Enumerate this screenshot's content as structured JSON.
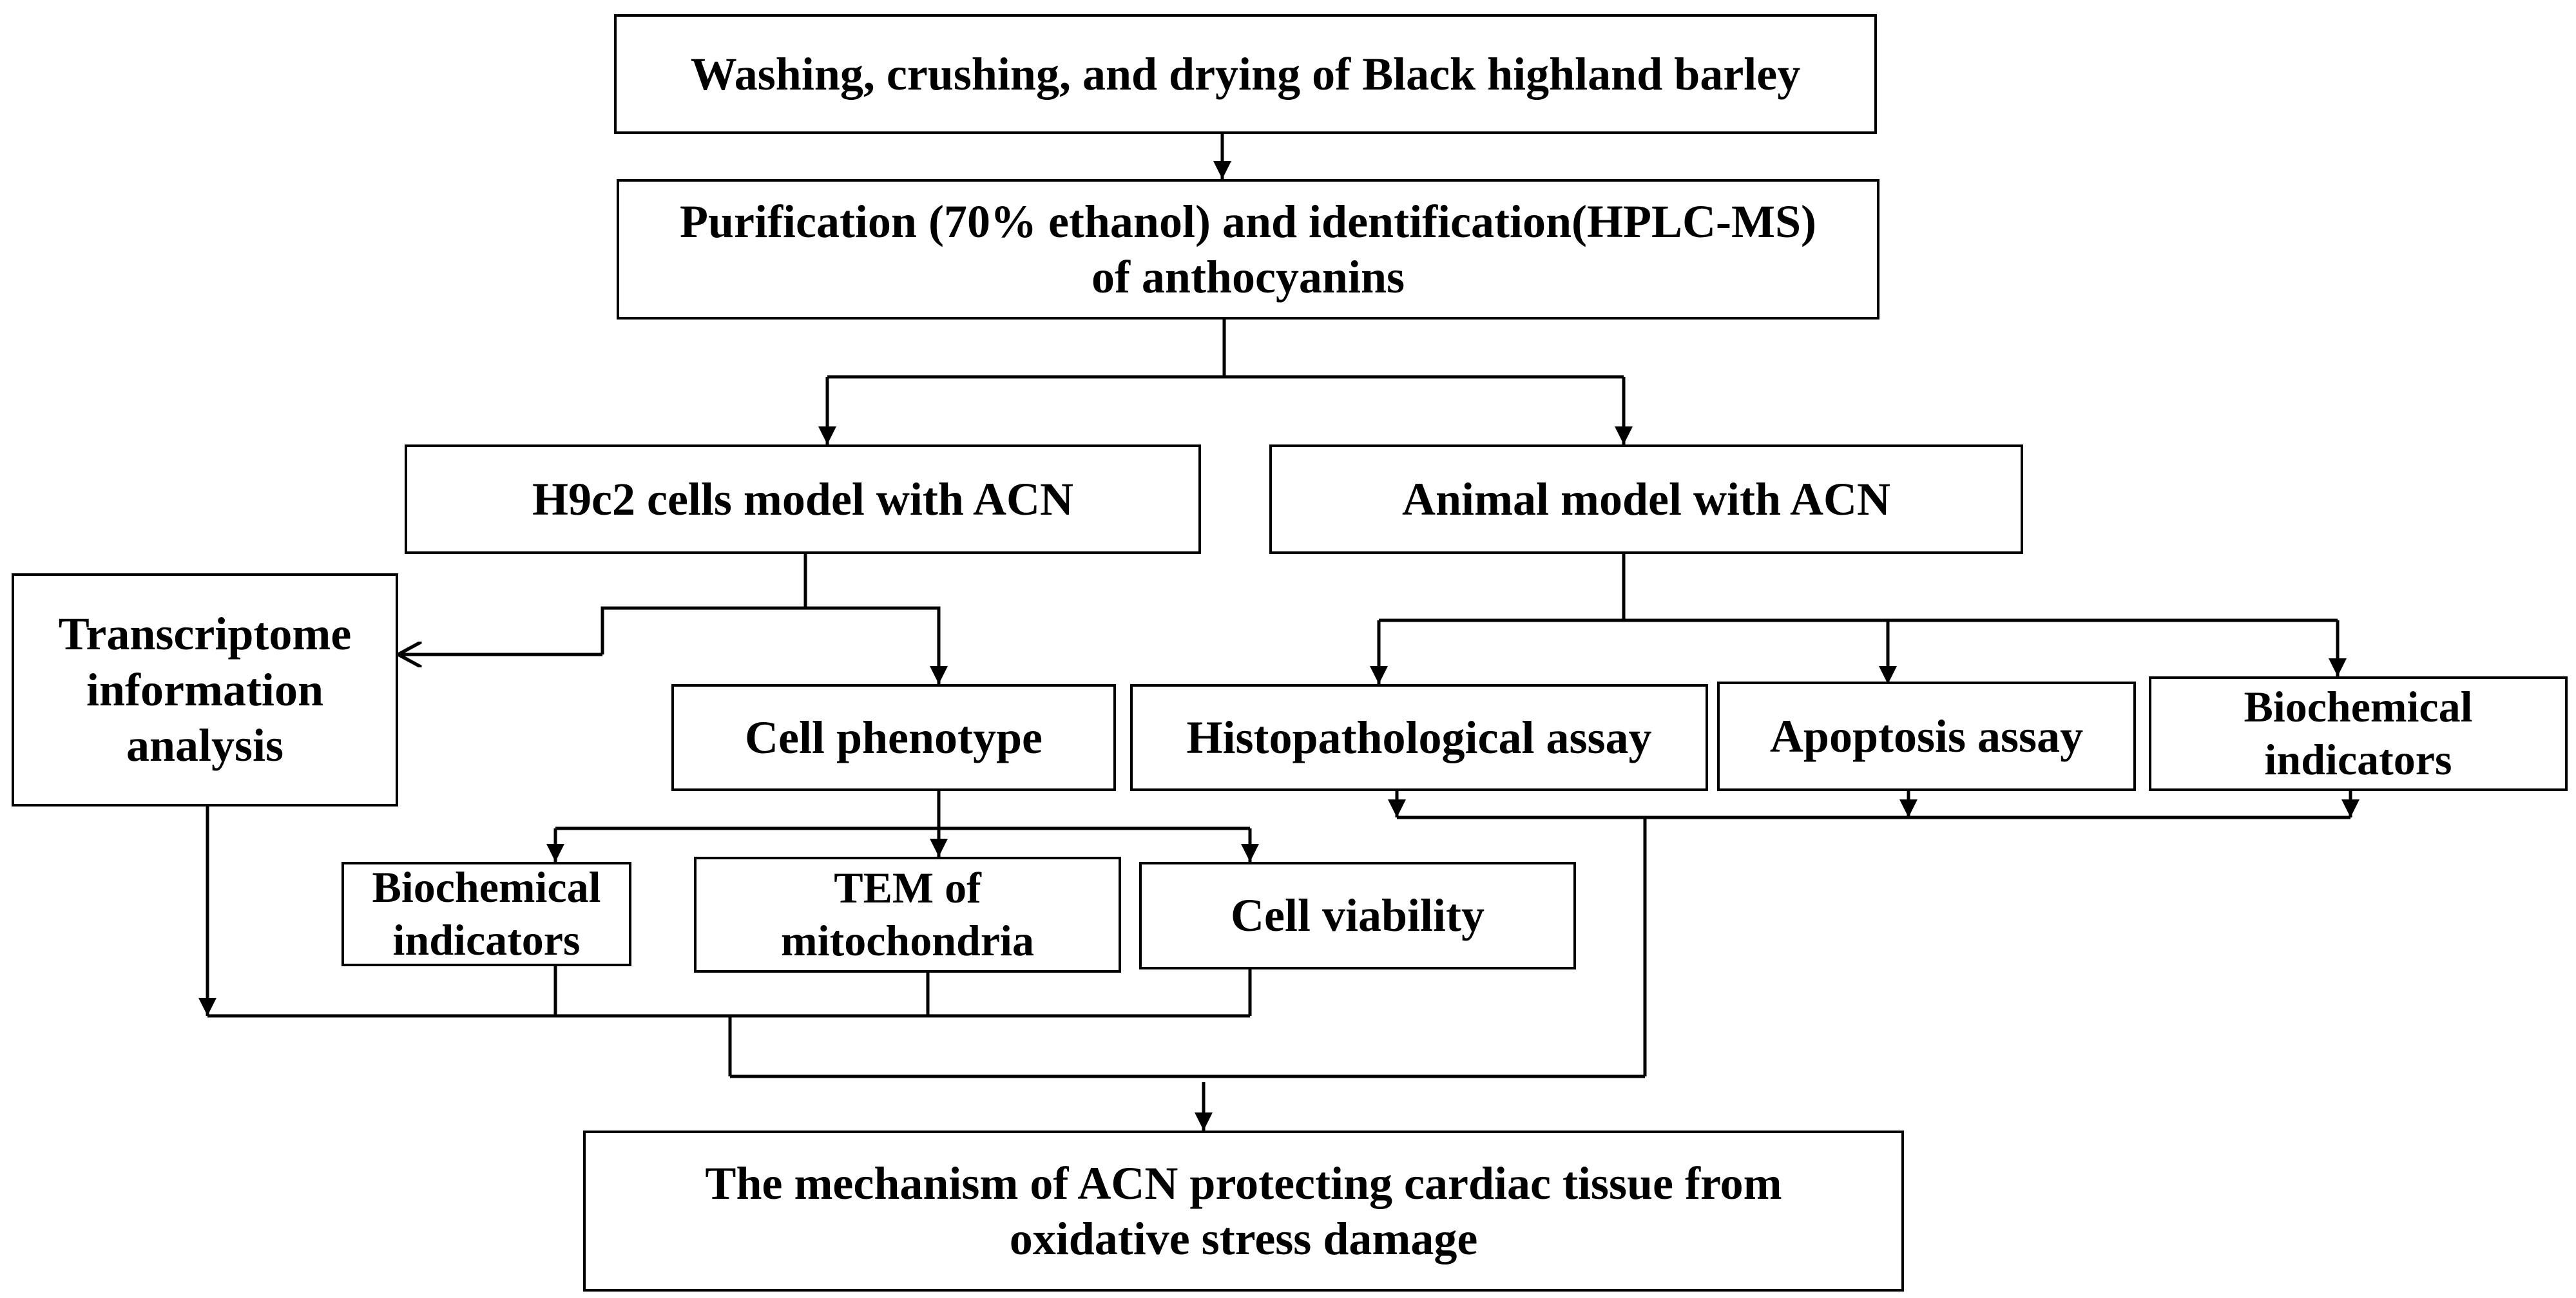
{
  "nodes": {
    "washing": "Washing, crushing, and drying of Black highland barley",
    "purification": "Purification (70% ethanol) and identification(HPLC-MS)\nof anthocyanins",
    "h9c2": "H9c2 cells  model with ACN",
    "animal": "Animal model with ACN",
    "transcriptome": "Transcriptome\ninformation\nanalysis",
    "cell_phenotype": "Cell phenotype",
    "histopathological": "Histopathological assay",
    "apoptosis": "Apoptosis assay",
    "biochemical_animal": "Biochemical\nindicators",
    "biochemical_cell": "Biochemical\nindicators",
    "tem": "TEM of\nmitochondria",
    "cell_viability": "Cell viability",
    "mechanism": "The mechanism of ACN protecting cardiac tissue from\noxidative stress damage"
  },
  "colors": {
    "stroke": "#000000",
    "fill": "#ffffff",
    "text": "#000000"
  }
}
